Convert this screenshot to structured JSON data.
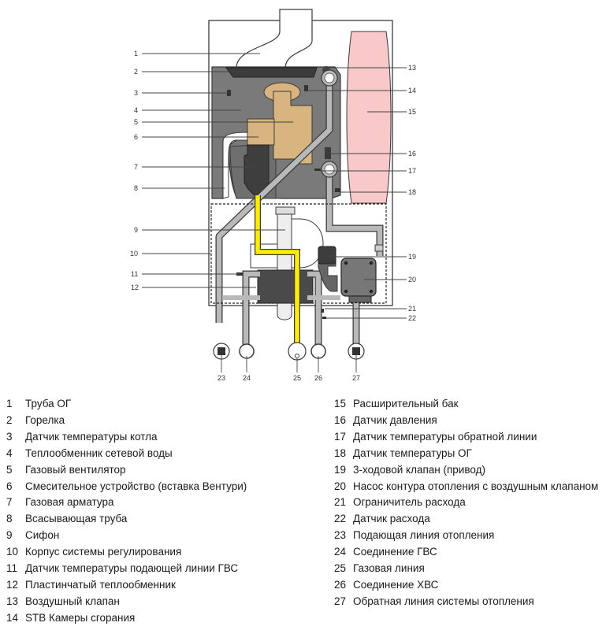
{
  "colors": {
    "housing_outline": "#3a3a3a",
    "heat_exchanger": "#7a7a7a",
    "burner": "#3c3c3c",
    "fan": "#d8b57f",
    "gas_valve": "#3e3e3e",
    "gas_line": "#ffee00",
    "expansion_tank": "#f9c9c9",
    "pipe": "#b9b9b9",
    "pump": "#777777",
    "valve_actuator": "#3d3d3d"
  },
  "callouts": {
    "c1": "1",
    "c2": "2",
    "c3": "3",
    "c4": "4",
    "c5": "5",
    "c6": "6",
    "c7": "7",
    "c8": "8",
    "c9": "9",
    "c10": "10",
    "c11": "11",
    "c12": "12",
    "c13": "13",
    "c14": "14",
    "c15": "15",
    "c16": "16",
    "c17": "17",
    "c18": "18",
    "c19": "19",
    "c20": "20",
    "c21": "21",
    "c22": "22",
    "c23": "23",
    "c24": "24",
    "c25": "25",
    "c26": "26",
    "c27": "27"
  },
  "legend": {
    "left": [
      {
        "num": "1",
        "label": "Труба ОГ"
      },
      {
        "num": "2",
        "label": "Горелка"
      },
      {
        "num": "3",
        "label": "Датчик температуры котла"
      },
      {
        "num": "4",
        "label": "Теплообменник сетевой воды"
      },
      {
        "num": "5",
        "label": "Газовый вентилятор"
      },
      {
        "num": "6",
        "label": "Смесительное устройство (вставка Вентури)"
      },
      {
        "num": "7",
        "label": "Газовая арматура"
      },
      {
        "num": "8",
        "label": "Всасывающая труба"
      },
      {
        "num": "9",
        "label": "Сифон"
      },
      {
        "num": "10",
        "label": "Корпус системы регулирования"
      },
      {
        "num": "11",
        "label": "Датчик температуры подающей линии ГВС"
      },
      {
        "num": "12",
        "label": "Пластинчатый теплообменник"
      },
      {
        "num": "13",
        "label": "Воздушный клапан"
      },
      {
        "num": "14",
        "label": "STB Камеры сгорания"
      }
    ],
    "right": [
      {
        "num": "15",
        "label": "Расширительный бак"
      },
      {
        "num": "16",
        "label": "Датчик давления"
      },
      {
        "num": "17",
        "label": "Датчик температуры обратной линии"
      },
      {
        "num": "18",
        "label": "Датчик температуры ОГ"
      },
      {
        "num": "19",
        "label": "3-ходовой клапан (привод)"
      },
      {
        "num": "20",
        "label": "Насос контура отопления с воздушным клапаном"
      },
      {
        "num": "21",
        "label": "Ограничитель расхода"
      },
      {
        "num": "22",
        "label": "Датчик расхода"
      },
      {
        "num": "23",
        "label": "Подающая линия отопления"
      },
      {
        "num": "24",
        "label": "Соединение ГВС"
      },
      {
        "num": "25",
        "label": "Газовая линия"
      },
      {
        "num": "26",
        "label": "Соединение ХВС"
      },
      {
        "num": "27",
        "label": "Обратная линия системы отопления"
      }
    ]
  }
}
